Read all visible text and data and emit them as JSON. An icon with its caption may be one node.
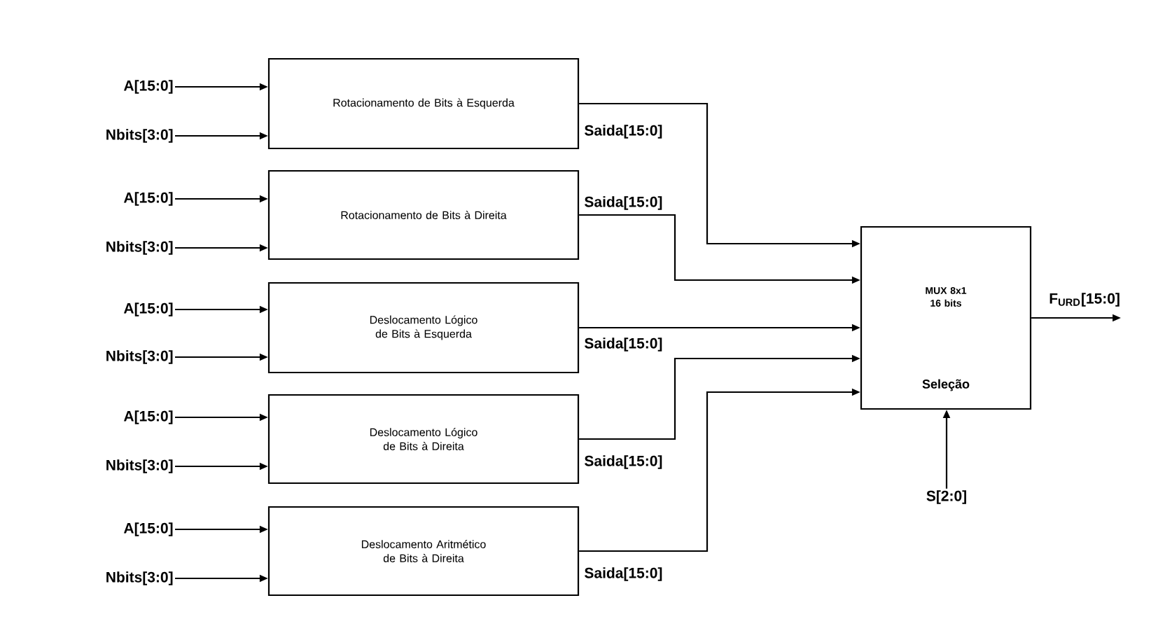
{
  "diagram": {
    "nodes": [
      {
        "text": [
          "A[15:0]"
        ]
      },
      {
        "text": [
          "Nbits[3:0]"
        ]
      },
      {
        "text": [
          "Rotacionamento de Bits à Esquerda"
        ],
        "beside": [
          "Saida[15:0]"
        ]
      },
      {
        "text": [
          "A[15:0]"
        ]
      },
      {
        "text": [
          "Nbits[3:0]"
        ]
      },
      {
        "text": [
          "Rotacionamento de Bits à Direita"
        ],
        "beside": [
          "Saida[15:0]"
        ]
      },
      {
        "text": [
          "A[15:0]"
        ]
      },
      {
        "text": [
          "Nbits[3:0]"
        ]
      },
      {
        "text": [
          "Deslocamento Lógico de Bits à Esquerda"
        ],
        "beside": [
          "Saida[15:0]"
        ]
      },
      {
        "text": [
          "A[15:0]"
        ]
      },
      {
        "text": [
          "Nbits[3:0]"
        ]
      },
      {
        "text": [
          "Deslocamento Lógico de Bits à Direita"
        ],
        "beside": [
          "Saida[15:0]"
        ]
      },
      {
        "text": [
          "A[15:0]"
        ]
      },
      {
        "text": [
          "Nbits[3:0]"
        ]
      },
      {
        "text": [
          "Deslocamento Aritmético de Bits à Direita"
        ],
        "beside": [
          "Saida[15:0]"
        ]
      },
      {
        "text": [
          "MUX 8x1 16 bits",
          "Seleção"
        ]
      },
      {
        "text": [
          "S[2:0]"
        ]
      }
    ],
    "edges": [
      {
        "from": 0,
        "to": 2,
        "arrow": "to"
      },
      {
        "from": 1,
        "to": 2,
        "arrow": "to"
      },
      {
        "from": 3,
        "to": 5,
        "arrow": "to"
      },
      {
        "from": 4,
        "to": 5,
        "arrow": "to"
      },
      {
        "from": 6,
        "to": 8,
        "arrow": "to"
      },
      {
        "from": 7,
        "to": 8,
        "arrow": "to"
      },
      {
        "from": 9,
        "to": 11,
        "arrow": "to"
      },
      {
        "from": 10,
        "to": 11,
        "arrow": "to"
      },
      {
        "from": 12,
        "to": 14,
        "arrow": "to"
      },
      {
        "from": 13,
        "to": 14,
        "arrow": "to"
      },
      {
        "from": 2,
        "to": 15,
        "arrow": "to"
      },
      {
        "from": 5,
        "to": 15,
        "arrow": "to"
      },
      {
        "from": 8,
        "to": 15,
        "arrow": "to"
      },
      {
        "from": 11,
        "to": 15,
        "arrow": "to"
      },
      {
        "from": 14,
        "to": 15,
        "arrow": "to"
      },
      {
        "from": 16,
        "to": 15,
        "arrow": "to"
      },
      {
        "from": 15,
        "to": null,
        "arrow": "to",
        "label": "F$_{URD}$[15:0]"
      }
    ]
  }
}
